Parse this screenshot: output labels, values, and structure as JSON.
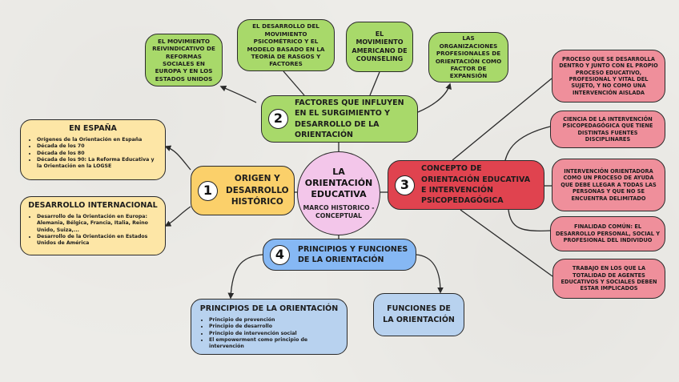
{
  "center": {
    "title": "LA ORIENTACIÓN EDUCATIVA",
    "subtitle": "MARCO HISTORICO - CONCEPTUAL"
  },
  "branch1": {
    "number": "1",
    "label": "ORIGEN Y DESARROLLO HISTÓRICO",
    "espana": {
      "title": "EN ESPAÑA",
      "items": [
        "Orígenes de la Orientación en España",
        "Década de los 70",
        "Década de los 80",
        "Década de los 90: La Reforma Educativa y la Orientación en la LOGSE"
      ]
    },
    "internacional": {
      "title": "DESARROLLO INTERNACIONAL",
      "items": [
        "Desarrollo de la Orientación en Europa: Alemania, Bélgica, Francia, Italia, Reino Unido, Suiza,...",
        "Desarrollo de la Orientación en Estados Unidos de América"
      ]
    }
  },
  "branch2": {
    "number": "2",
    "label": "FACTORES QUE INFLUYEN EN EL SURGIMIENTO Y DESARROLLO DE LA ORIENTACIÓN",
    "factors": [
      "EL MOVIMIENTO REIVINDICATIVO DE REFORMAS SOCIALES EN EUROPA Y EN LOS ESTADOS UNIDOS",
      "EL DESARROLLO DEL MOVIMIENTO PSICOMÉTRICO Y EL MODELO BASADO EN LA TEORÍA DE RASGOS Y FACTORES",
      "EL MOVIMIENTO AMERICANO DE COUNSELING",
      "LAS ORGANIZACIONES PROFESIONALES DE ORIENTACIÓN COMO FACTOR DE EXPANSIÓN"
    ]
  },
  "branch3": {
    "number": "3",
    "label": "CONCEPTO DE ORIENTACIÓN EDUCATIVA E INTERVENCIÓN PSICOPEDAGÓGICA",
    "concepts": [
      "PROCESO QUE SE DESARROLLA DENTRO Y JUNTO CON EL PROPIO PROCESO EDUCATIVO, PROFESIONAL Y VITAL DEL SUJETO, Y NO COMO UNA INTERVENCIÓN AISLADA",
      "CIENCIA DE LA INTERVENCIÓN PSICOPEDAGÓGICA QUE TIENE DISTINTAS FUENTES DISCIPLINARES",
      "INTERVENCIÓN ORIENTADORA COMO UN PROCESO DE AYUDA QUE DEBE LLEGAR A TODAS LAS PERSONAS Y QUE NO SE ENCUENTRA DELIMITADO",
      "FINALIDAD COMÚN: EL DESARROLLO PERSONAL, SOCIAL Y PROFESIONAL DEL INDIVIDUO",
      "TRABAJO EN LOS QUE LA TOTALIDAD DE AGENTES EDUCATIVOS Y SOCIALES DEBEN ESTAR IMPLICADOS"
    ]
  },
  "branch4": {
    "number": "4",
    "label": "PRINCIPIOS Y FUNCIONES DE LA ORIENTACIÓN",
    "principios": {
      "title": "PRINCIPIOS DE LA ORIENTACIÓN",
      "items": [
        "Principio de prevención",
        "Principio de desarrollo",
        "Principio de intervención social",
        "El empowerment como principio de intervención"
      ]
    },
    "funciones": {
      "title": "FUNCIONES DE LA ORIENTACIÓN"
    }
  },
  "colors": {
    "center": "#f3c6ea",
    "branch1": "#fbd06a",
    "branch1_light": "#fde6a6",
    "branch2": "#a8d96a",
    "branch3": "#e0434f",
    "branch3_light": "#ef8f9b",
    "branch4": "#86b8f4",
    "branch4_light": "#b8d2ef"
  }
}
